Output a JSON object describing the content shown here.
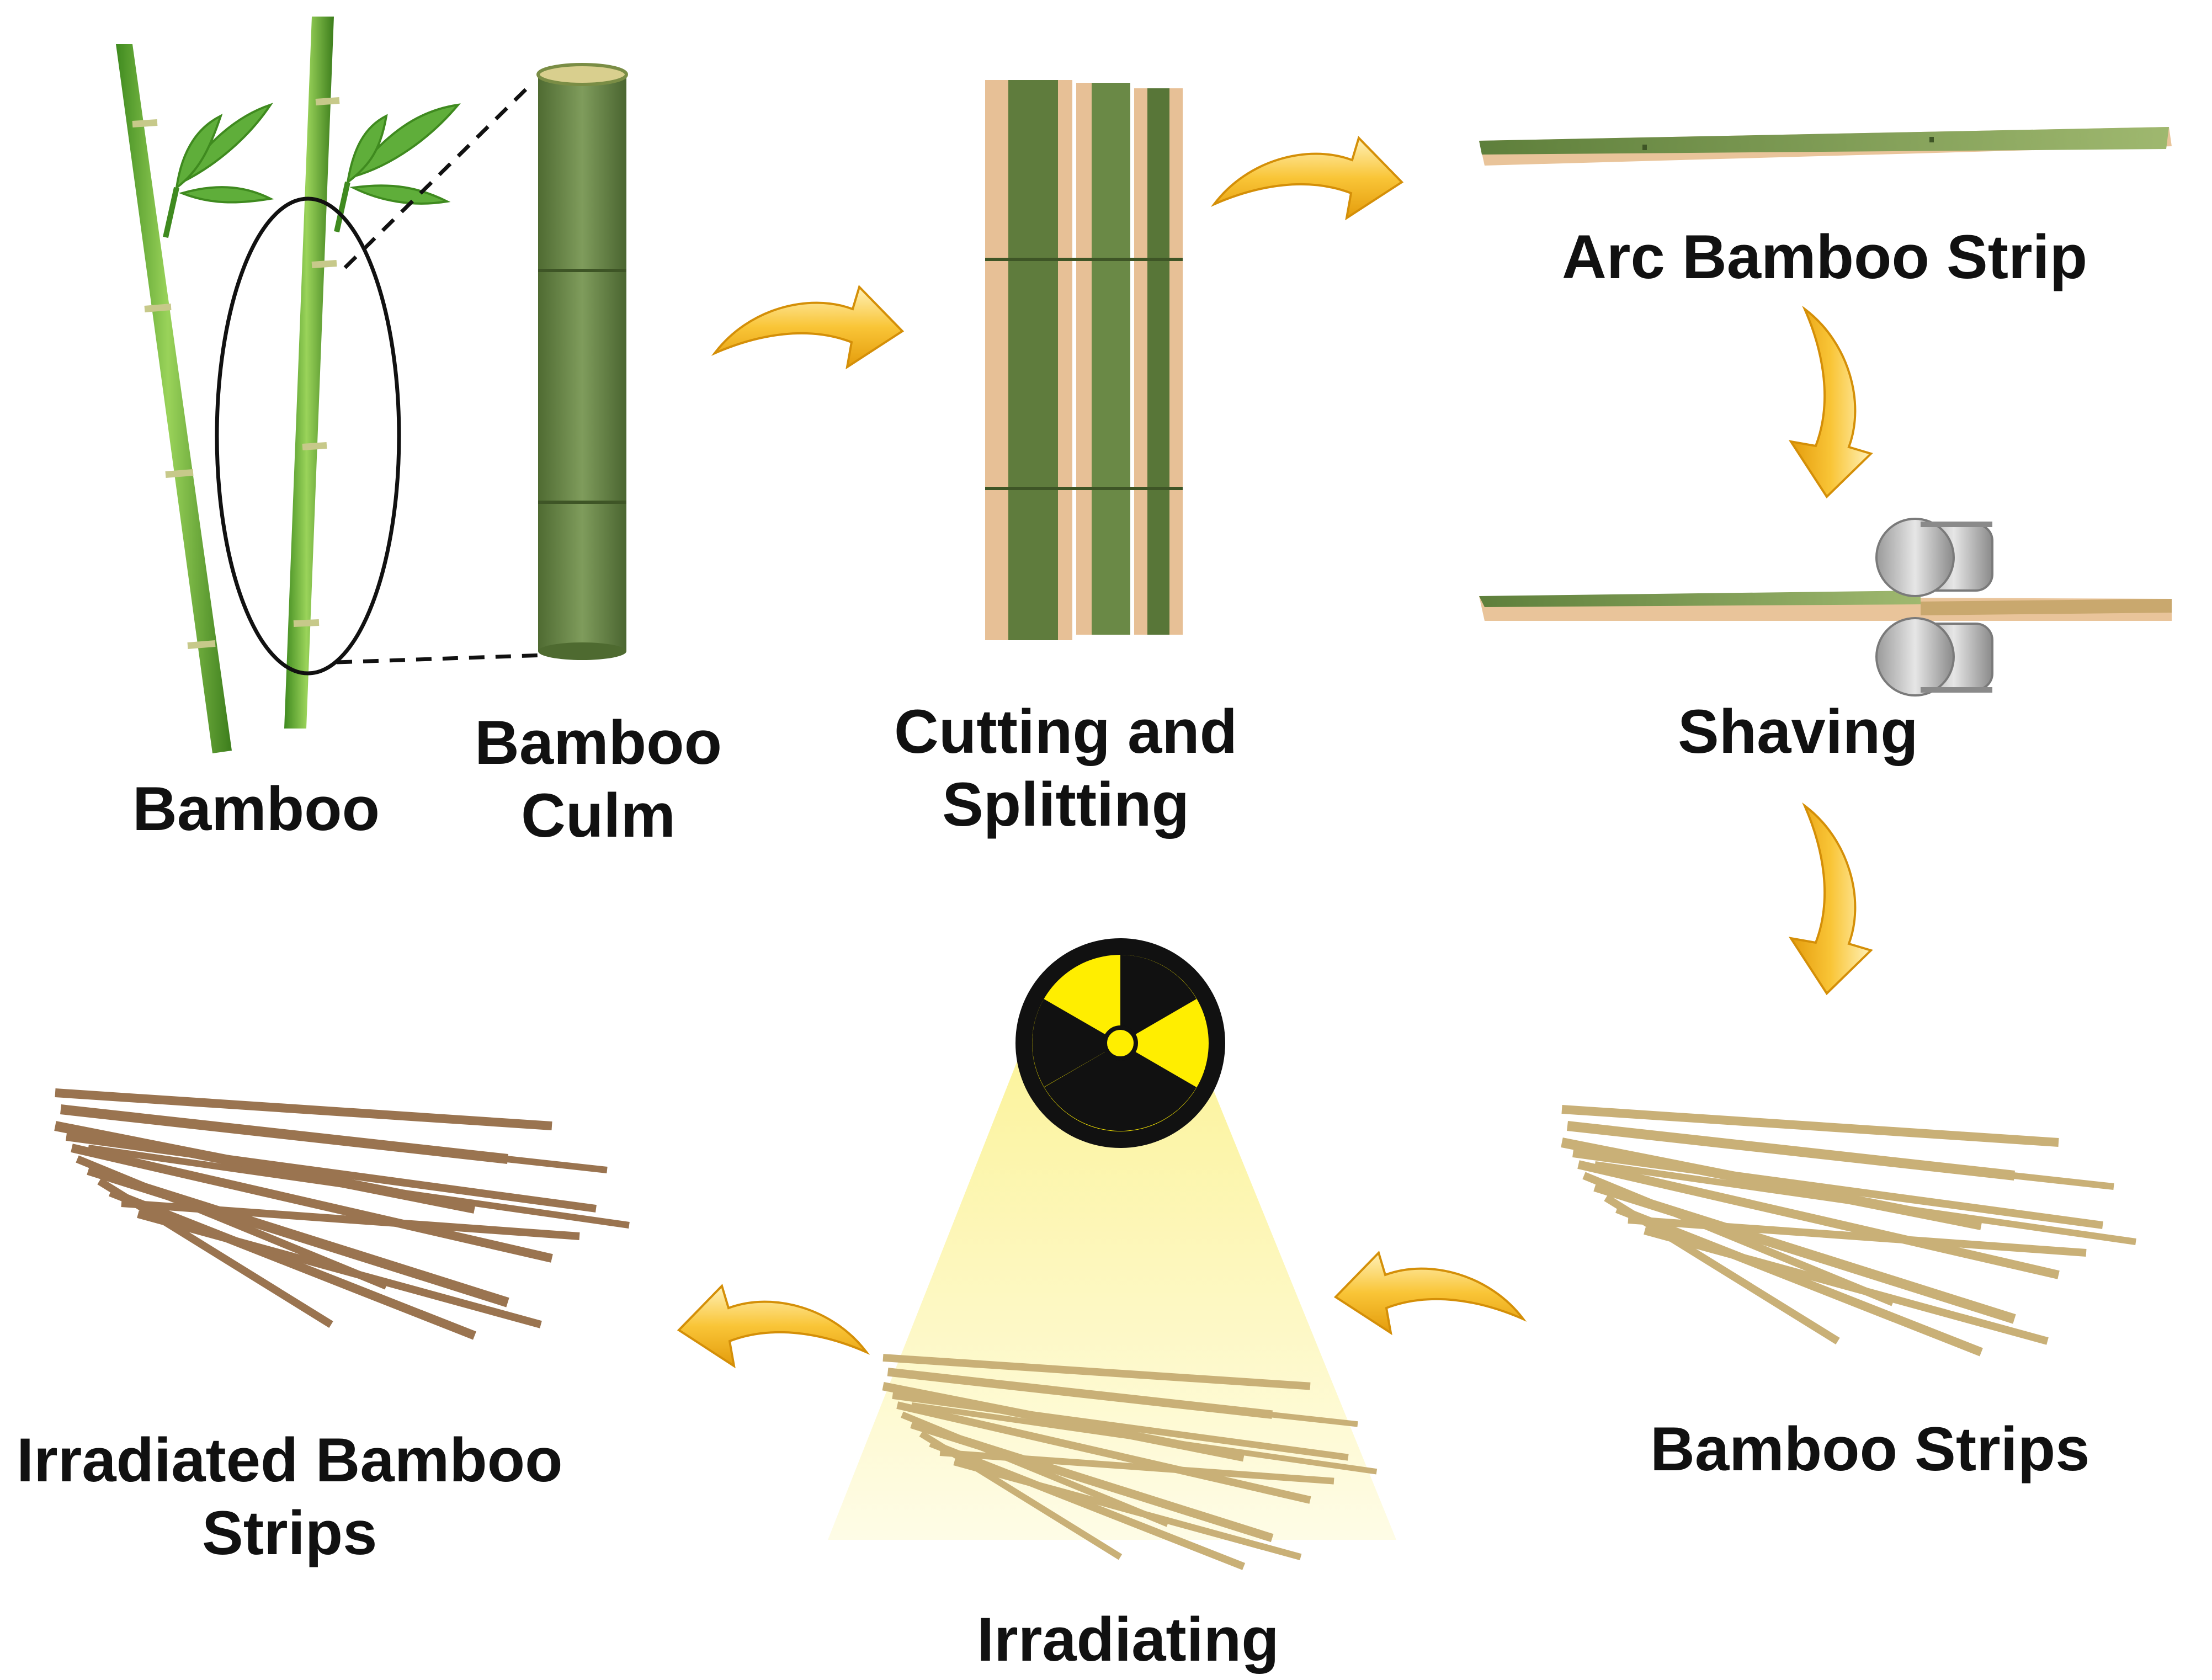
{
  "labels": {
    "bamboo": "Bamboo",
    "bamboo_culm_line1": "Bamboo",
    "bamboo_culm_line2": "Culm",
    "cutting_line1": "Cutting and",
    "cutting_line2": "Splitting",
    "arc_strip": "Arc Bamboo Strip",
    "shaving": "Shaving",
    "bamboo_strips": "Bamboo Strips",
    "irradiating": "Irradiating",
    "irradiated_line1": "Irradiated Bamboo",
    "irradiated_line2": "Strips"
  },
  "colors": {
    "arrow": "#f5b316",
    "arrow_light": "#fde49a",
    "bamboo_green": "#6fb43a",
    "culm_green": "#6d8a4a",
    "inner_wood": "#e9c49a",
    "strip_fresh": "#c9b077",
    "strip_irradiated": "#9a7450",
    "radiation_yellow": "#ffee00",
    "beam": "#fdf9bf"
  },
  "icons": [
    "bamboo-plant-icon",
    "bamboo-culm-icon",
    "split-culm-icon",
    "arc-strip-icon",
    "shaving-rollers-icon",
    "strip-bundle-icon",
    "radiation-symbol-icon",
    "irradiated-bundle-icon",
    "flow-arrow-icon"
  ]
}
